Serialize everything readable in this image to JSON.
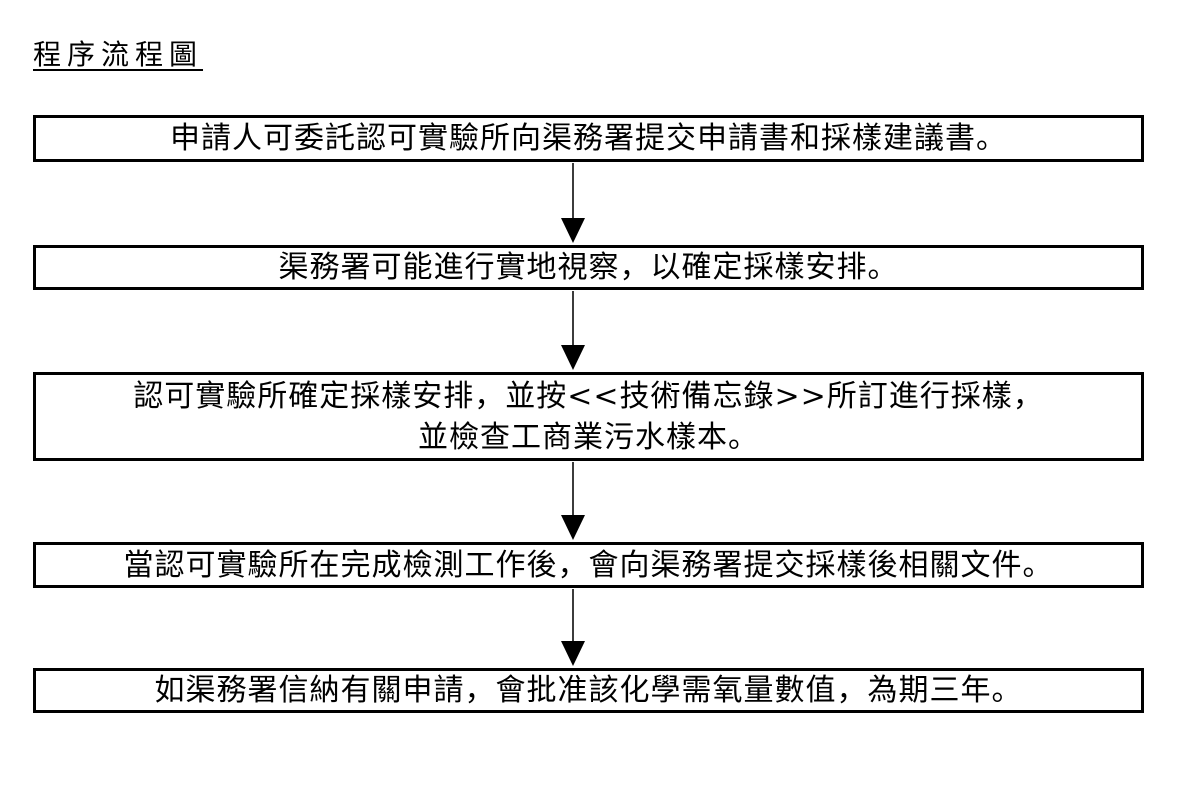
{
  "title": "程序流程圖",
  "flowchart": {
    "connector": "down-arrow",
    "steps": [
      {
        "label": "申請人可委託認可實驗所向渠務署提交申請書和採樣建議書。"
      },
      {
        "label": "渠務署可能進行實地視察，以確定採樣安排。"
      },
      {
        "label": "認可實驗所確定採樣安排，並按<<技術備忘錄>>所訂進行採樣，\n並檢查工商業污水樣本。"
      },
      {
        "label": "當認可實驗所在完成檢測工作後，會向渠務署提交採樣後相關文件。"
      },
      {
        "label": "如渠務署信納有關申請，會批准該化學需氧量數值，為期三年。"
      }
    ]
  },
  "colors": {
    "background": "#ffffff",
    "box_border": "#000000",
    "text": "#000000",
    "arrow_line": "#3c3c3c",
    "arrow_head": "#000000"
  }
}
